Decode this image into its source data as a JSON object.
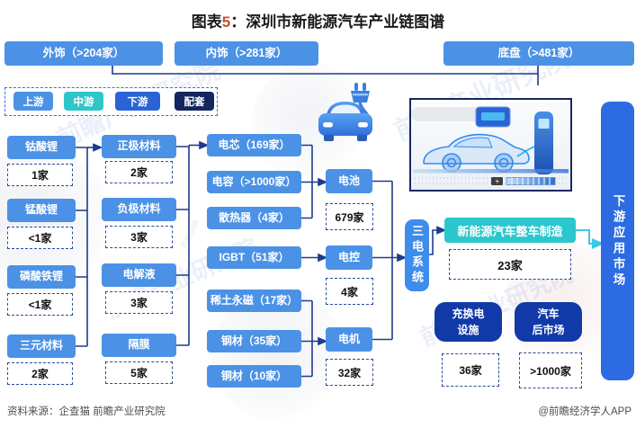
{
  "title": {
    "prefix": "图表",
    "number": "5",
    "colon": "：",
    "text": "深圳市新能源汽车产业链图谱"
  },
  "top_row": [
    {
      "label": "外饰（>204家）"
    },
    {
      "label": "内饰（>281家）"
    },
    {
      "label": "底盘（>481家）"
    }
  ],
  "legend": {
    "items": [
      {
        "label": "上游",
        "color": "#4B92E6"
      },
      {
        "label": "中游",
        "color": "#2EC6C8"
      },
      {
        "label": "下游",
        "color": "#2A63D6"
      },
      {
        "label": "配套",
        "color": "#13265E"
      }
    ]
  },
  "upstream_col1": [
    {
      "name": "钴酸锂",
      "count": "1家"
    },
    {
      "name": "锰酸锂",
      "count": "<1家"
    },
    {
      "name": "磷酸铁锂",
      "count": "<1家"
    },
    {
      "name": "三元材料",
      "count": "2家"
    }
  ],
  "upstream_col2": [
    {
      "name": "正极材料",
      "count": "2家"
    },
    {
      "name": "负极材料",
      "count": "3家"
    },
    {
      "name": "电解液",
      "count": "3家"
    },
    {
      "name": "隔膜",
      "count": "5家"
    }
  ],
  "components": [
    {
      "name": "电芯（169家）"
    },
    {
      "name": "电容（>1000家）"
    },
    {
      "name": "散热器（4家）"
    },
    {
      "name": "IGBT（51家）"
    },
    {
      "name": "稀土永磁（17家）"
    },
    {
      "name": "钢材（35家）"
    },
    {
      "name": "铜材（10家）"
    }
  ],
  "systems": [
    {
      "name": "电池",
      "count": "679家"
    },
    {
      "name": "电控",
      "count": "4家"
    },
    {
      "name": "电机",
      "count": "32家"
    }
  ],
  "system_integration": {
    "label": "三电系统"
  },
  "oem": {
    "label": "新能源汽车整车制造",
    "count": "23家"
  },
  "aftermarket": [
    {
      "line1": "充换电",
      "line2": "设施",
      "count": "36家"
    },
    {
      "line1": "汽车",
      "line2": "后市场",
      "count": ">1000家"
    }
  ],
  "right_bar": {
    "label": "下游应用市场"
  },
  "footer": {
    "source": "资料来源：企查猫 前瞻产业研究院",
    "credit": "@前瞻经济学人APP"
  },
  "watermark": {
    "text": "前瞻产业研究院",
    "code": "839599"
  },
  "colors": {
    "box_blue": "#4B92E6",
    "teal": "#2BC7CD",
    "deep_blue": "#1139A8",
    "bar_blue": "#2D6BE2",
    "arrow": "#1E3C8C",
    "cyan_arrow": "#3EC9E8"
  }
}
